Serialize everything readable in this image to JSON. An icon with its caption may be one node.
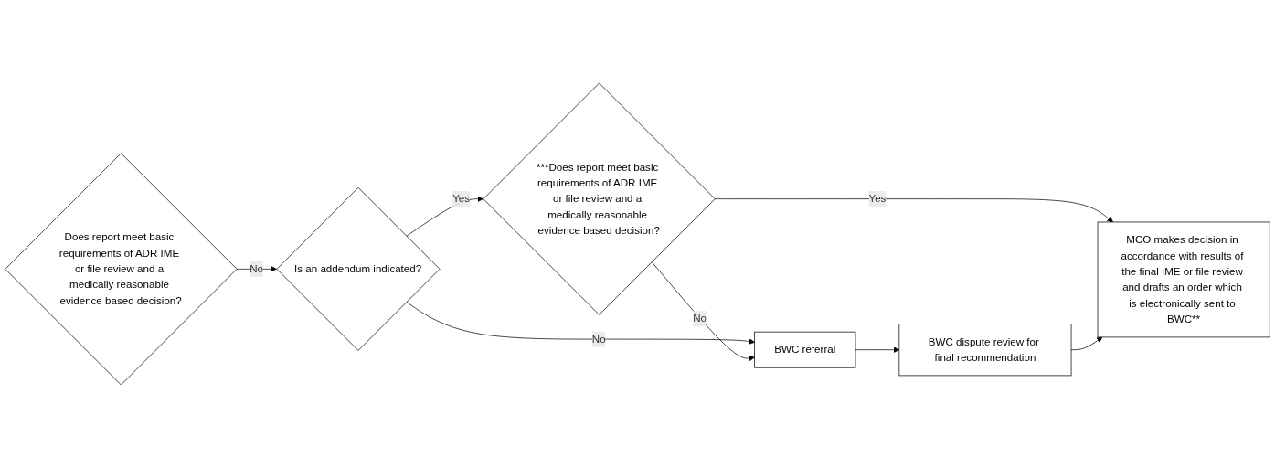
{
  "diagram": {
    "nodes": [
      {
        "text": [
          "Does report meet basic requirements of ADR IME or file review and a medically reasonable evidence based decision?"
        ]
      },
      {
        "text": [
          "Is an addendum indicated?"
        ]
      },
      {
        "text": [
          "***Does report meet basic requirements of ADR IME or file review and a medically reasonable evidence based decision?"
        ]
      },
      {
        "text": [
          "BWC referral"
        ]
      },
      {
        "text": [
          "MCO makes decision in accordance with results of the final IME or file review and drafts an order which is electronically sent to BWC**"
        ]
      },
      {
        "text": [
          "BWC dispute review for final recommendation"
        ]
      }
    ],
    "edges": [
      {
        "from": 0,
        "to": 1,
        "label": "No",
        "arrow": "to"
      },
      {
        "from": 1,
        "to": 2,
        "label": "Yes",
        "arrow": "to"
      },
      {
        "from": 1,
        "to": 3,
        "label": "No",
        "arrow": "to"
      },
      {
        "from": 2,
        "to": 3,
        "label": "No",
        "arrow": "to"
      },
      {
        "from": 2,
        "to": 4,
        "label": "Yes",
        "arrow": "to"
      },
      {
        "from": 3,
        "to": 5,
        "arrow": "to"
      },
      {
        "from": 5,
        "to": 4,
        "arrow": "to"
      }
    ]
  }
}
